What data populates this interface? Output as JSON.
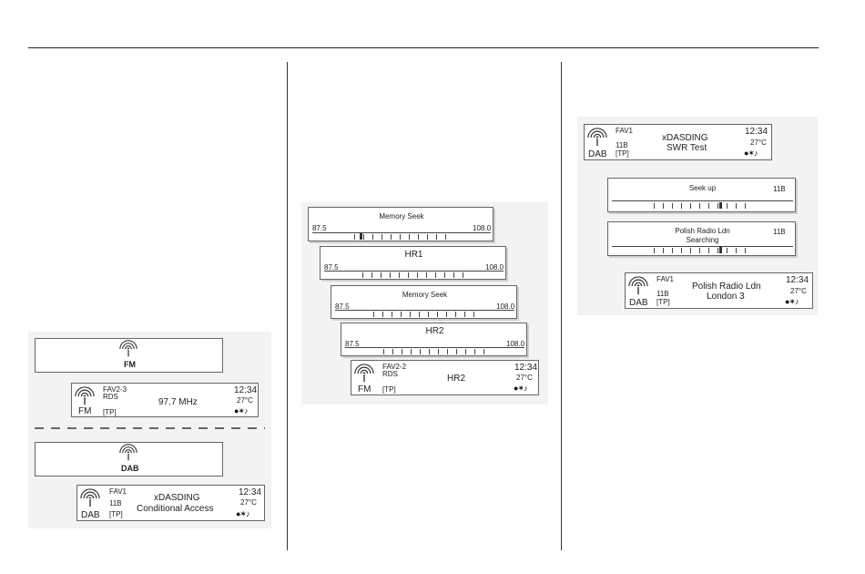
{
  "col1": {
    "fm_banner_label": "FM",
    "fm_status": {
      "preset": "FAV2-3",
      "rds": "RDS",
      "frequency": "97.7 MHz",
      "time": "12:34",
      "temp": "27°C",
      "band": "FM",
      "tp": "[TP]",
      "icons": "●✶♪"
    },
    "dab_banner_label": "DAB",
    "dab_status": {
      "preset": "FAV1",
      "channel": "11B",
      "tp": "[TP]",
      "station": "xDASDING",
      "info": "Conditional Access",
      "time": "12:34",
      "temp": "27°C",
      "band": "DAB",
      "icons": "●✶♪"
    }
  },
  "col2": {
    "seek1": {
      "title": "Memory Seek",
      "min": "87.5",
      "max": "108.0",
      "position": 0.27
    },
    "seek2": {
      "title": "HR1",
      "min": "87.5",
      "max": "108.0"
    },
    "seek3": {
      "title": "Memory Seek",
      "min": "87.5",
      "max": "108.0"
    },
    "seek4": {
      "title": "HR2",
      "min": "87.5",
      "max": "108.0"
    },
    "status": {
      "preset": "FAV2-2",
      "rds": "RDS",
      "tp": "[TP]",
      "station": "HR2",
      "time": "12:34",
      "temp": "27°C",
      "band": "FM",
      "icons": "●✶♪"
    }
  },
  "col3": {
    "status1": {
      "preset": "FAV1",
      "channel": "11B",
      "tp": "[TP]",
      "station": "xDASDING",
      "info": "SWR Test",
      "time": "12:34",
      "temp": "27°C",
      "band": "DAB",
      "icons": "●✶♪"
    },
    "seekup": {
      "title": "Seek up",
      "channel": "11B",
      "position": 0.6
    },
    "searching": {
      "title": "Polish Radio Ldn",
      "subtitle": "Searching",
      "channel": "11B",
      "position": 0.6
    },
    "status2": {
      "preset": "FAV1",
      "channel": "11B",
      "tp": "[TP]",
      "station": "Polish Radio Ldn",
      "info": "London 3",
      "time": "12:34",
      "temp": "27°C",
      "band": "DAB",
      "icons": "●✶♪"
    }
  }
}
